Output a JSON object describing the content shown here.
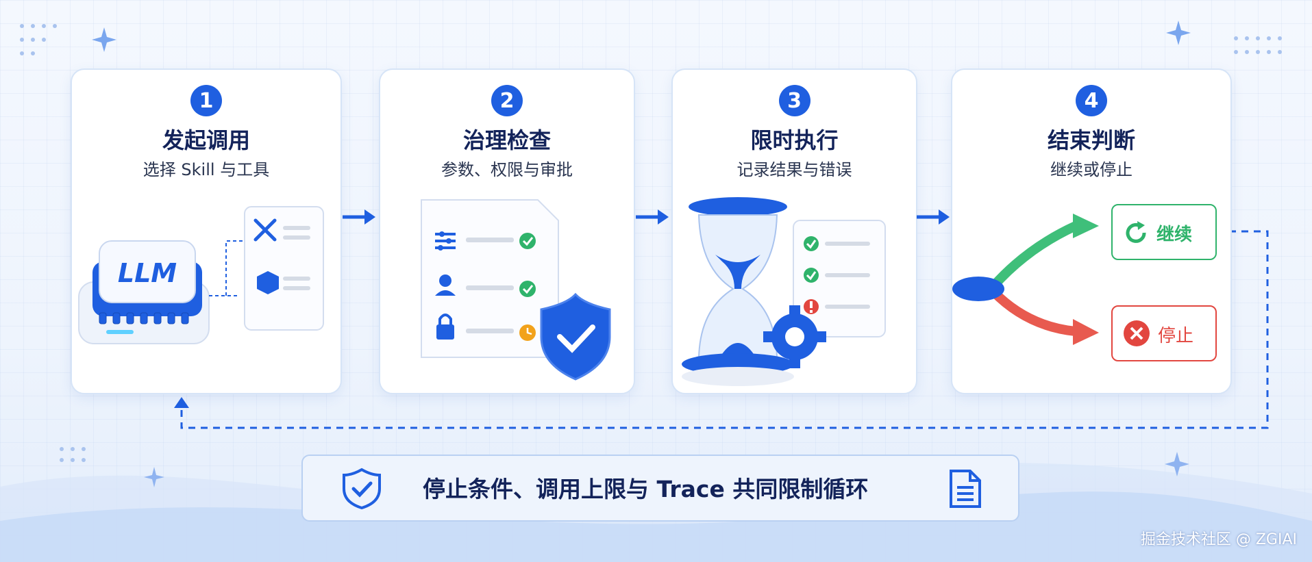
{
  "steps": [
    {
      "num": "1",
      "title": "发起调用",
      "subtitle": "选择 Skill 与工具",
      "chip_label": "LLM"
    },
    {
      "num": "2",
      "title": "治理检查",
      "subtitle": "参数、权限与审批"
    },
    {
      "num": "3",
      "title": "限时执行",
      "subtitle": "记录结果与错误"
    },
    {
      "num": "4",
      "title": "结束判断",
      "subtitle": "继续或停止",
      "continue_label": "继续",
      "stop_label": "停止"
    }
  ],
  "banner": {
    "text": "停止条件、调用上限与 Trace 共同限制循环"
  },
  "watermark": "掘金技术社区 @ ZGIAI",
  "colors": {
    "primary": "#1f5fe0",
    "success": "#2fb36b",
    "danger": "#e2463f",
    "warning": "#f2a21b",
    "title": "#13235a"
  }
}
